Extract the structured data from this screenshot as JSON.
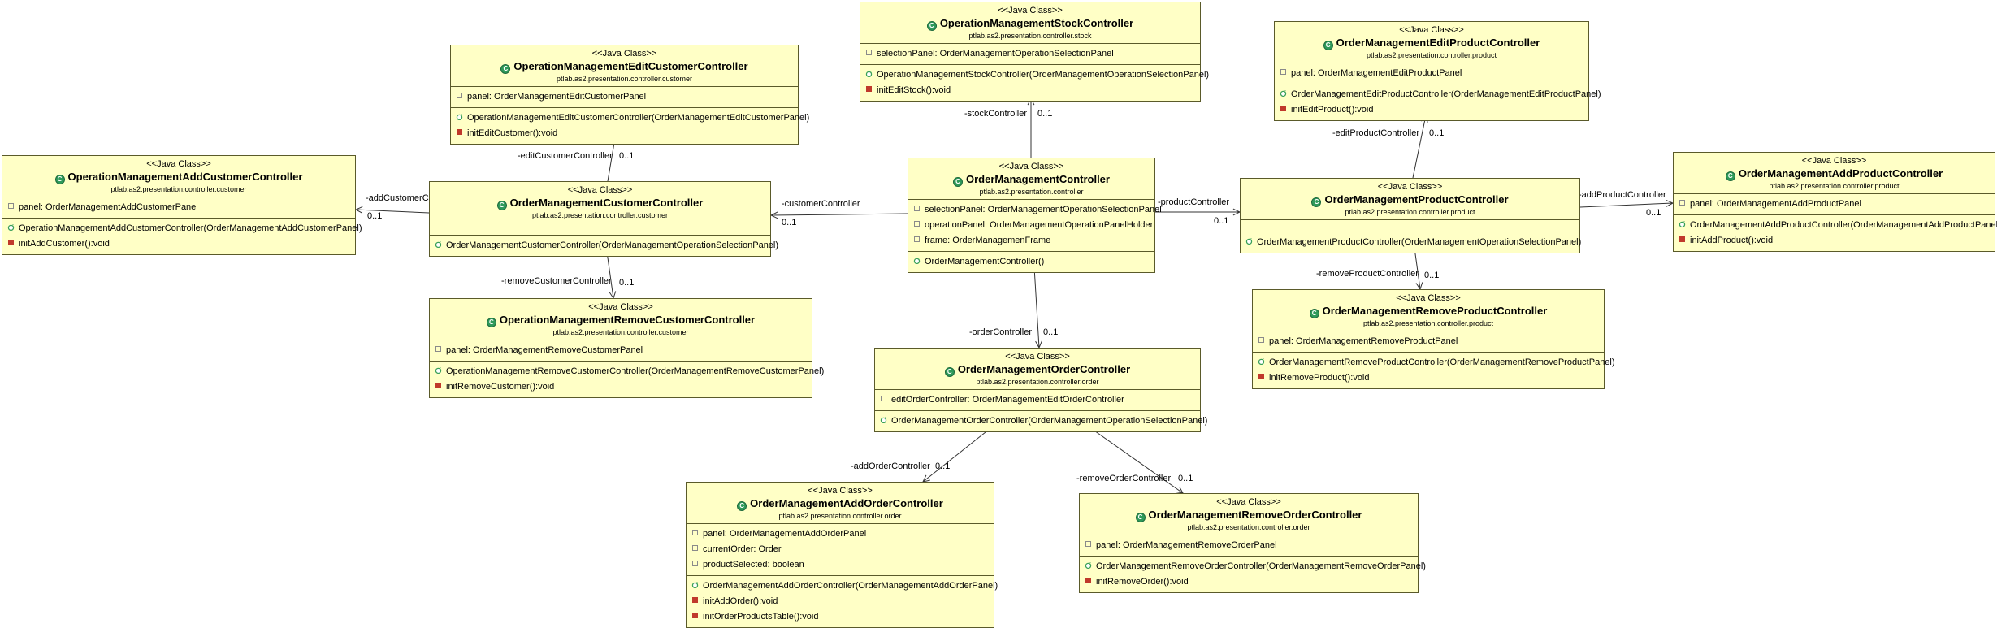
{
  "stereotype": "<<Java Class>>",
  "colors": {
    "class_fill": "#ffffc6",
    "class_border": "#5a5a2a",
    "class_icon": "#2f9a5a",
    "private_icon": "#c0392b",
    "constructor_icon": "#3aa05a",
    "line": "#333333"
  },
  "icons": {
    "class": "class-icon",
    "field": "private-field-icon",
    "constructor": "constructor-icon",
    "method": "private-method-icon"
  },
  "classes": {
    "stock": {
      "name": "OperationManagementStockController",
      "package": "ptlab.as2.presentation.controller.stock",
      "fields": [
        "selectionPanel: OrderManagementOperationSelectionPanel"
      ],
      "constructors": [
        "OperationManagementStockController(OrderManagementOperationSelectionPanel)"
      ],
      "methods": [
        "initEditStock():void"
      ]
    },
    "editCustomer": {
      "name": "OperationManagementEditCustomerController",
      "package": "ptlab.as2.presentation.controller.customer",
      "fields": [
        "panel: OrderManagementEditCustomerPanel"
      ],
      "constructors": [
        "OperationManagementEditCustomerController(OrderManagementEditCustomerPanel)"
      ],
      "methods": [
        "initEditCustomer():void"
      ]
    },
    "editProduct": {
      "name": "OrderManagementEditProductController",
      "package": "ptlab.as2.presentation.controller.product",
      "fields": [
        "panel: OrderManagementEditProductPanel"
      ],
      "constructors": [
        "OrderManagementEditProductController(OrderManagementEditProductPanel)"
      ],
      "methods": [
        "initEditProduct():void"
      ]
    },
    "addCustomer": {
      "name": "OperationManagementAddCustomerController",
      "package": "ptlab.as2.presentation.controller.customer",
      "fields": [
        "panel: OrderManagementAddCustomerPanel"
      ],
      "constructors": [
        "OperationManagementAddCustomerController(OrderManagementAddCustomerPanel)"
      ],
      "methods": [
        "initAddCustomer():void"
      ]
    },
    "customer": {
      "name": "OrderManagementCustomerController",
      "package": "ptlab.as2.presentation.controller.customer",
      "fields": [],
      "constructors": [
        "OrderManagementCustomerController(OrderManagementOperationSelectionPanel)"
      ],
      "methods": []
    },
    "main": {
      "name": "OrderManagementController",
      "package": "ptlab.as2.presentation.controller",
      "fields": [
        "selectionPanel: OrderManagementOperationSelectionPanel",
        "operationPanel: OrderManagementOperationPanelHolder",
        "frame: OrderManagemenFrame"
      ],
      "constructors": [
        "OrderManagementController()"
      ],
      "methods": []
    },
    "product": {
      "name": "OrderManagementProductController",
      "package": "ptlab.as2.presentation.controller.product",
      "fields": [],
      "constructors": [
        "OrderManagementProductController(OrderManagementOperationSelectionPanel)"
      ],
      "methods": []
    },
    "addProduct": {
      "name": "OrderManagementAddProductController",
      "package": "ptlab.as2.presentation.controller.product",
      "fields": [
        "panel: OrderManagementAddProductPanel"
      ],
      "constructors": [
        "OrderManagementAddProductController(OrderManagementAddProductPanel)"
      ],
      "methods": [
        "initAddProduct():void"
      ]
    },
    "removeCustomer": {
      "name": "OperationManagementRemoveCustomerController",
      "package": "ptlab.as2.presentation.controller.customer",
      "fields": [
        "panel: OrderManagementRemoveCustomerPanel"
      ],
      "constructors": [
        "OperationManagementRemoveCustomerController(OrderManagementRemoveCustomerPanel)"
      ],
      "methods": [
        "initRemoveCustomer():void"
      ]
    },
    "removeProduct": {
      "name": "OrderManagementRemoveProductController",
      "package": "ptlab.as2.presentation.controller.product",
      "fields": [
        "panel: OrderManagementRemoveProductPanel"
      ],
      "constructors": [
        "OrderManagementRemoveProductController(OrderManagementRemoveProductPanel)"
      ],
      "methods": [
        "initRemoveProduct():void"
      ]
    },
    "order": {
      "name": "OrderManagementOrderController",
      "package": "ptlab.as2.presentation.controller.order",
      "fields": [
        "editOrderController: OrderManagementEditOrderController"
      ],
      "constructors": [
        "OrderManagementOrderController(OrderManagementOperationSelectionPanel)"
      ],
      "methods": []
    },
    "addOrder": {
      "name": "OrderManagementAddOrderController",
      "package": "ptlab.as2.presentation.controller.order",
      "fields": [
        "panel: OrderManagementAddOrderPanel",
        "currentOrder: Order",
        "productSelected: boolean"
      ],
      "constructors": [
        "OrderManagementAddOrderController(OrderManagementAddOrderPanel)"
      ],
      "methods": [
        "initAddOrder():void",
        "initOrderProductsTable():void"
      ]
    },
    "removeOrder": {
      "name": "OrderManagementRemoveOrderController",
      "package": "ptlab.as2.presentation.controller.order",
      "fields": [
        "panel: OrderManagementRemoveOrderPanel"
      ],
      "constructors": [
        "OrderManagementRemoveOrderController(OrderManagementRemoveOrderPanel)"
      ],
      "methods": [
        "initRemoveOrder():void"
      ]
    }
  },
  "associations": {
    "stockController": {
      "role": "-stockController",
      "mult": "0..1"
    },
    "customerController": {
      "role": "-customerController",
      "mult": "0..1"
    },
    "productController": {
      "role": "-productController",
      "mult": "0..1"
    },
    "orderController": {
      "role": "-orderController",
      "mult": "0..1"
    },
    "editCustomerController": {
      "role": "-editCustomerController",
      "mult": "0..1"
    },
    "addCustomerController": {
      "role": "-addCustomerController",
      "mult": "0..1"
    },
    "removeCustomerController": {
      "role": "-removeCustomerController",
      "mult": "0..1"
    },
    "editProductController": {
      "role": "-editProductController",
      "mult": "0..1"
    },
    "addProductController": {
      "role": "-addProductController",
      "mult": "0..1"
    },
    "removeProductController": {
      "role": "-removeProductController",
      "mult": "0..1"
    },
    "addOrderController": {
      "role": "-addOrderController",
      "mult": "0..1"
    },
    "removeOrderController": {
      "role": "-removeOrderController",
      "mult": "0..1"
    }
  }
}
